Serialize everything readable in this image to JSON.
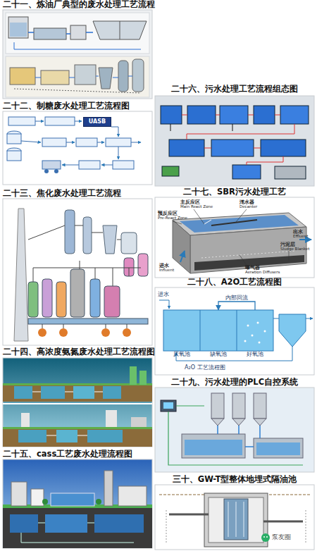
{
  "diagram": {
    "nodes": [
      {
        "text": [
          "二十一、炼油厂典型的废水处理工艺流程"
        ]
      },
      {
        "text": [
          "二十二、制糖废水处理工艺流程图"
        ]
      },
      {
        "text": [
          "UASB"
        ],
        "in": 1
      },
      {
        "text": [
          "二十三、焦化废水处理工艺流程"
        ]
      },
      {
        "text": [
          "二十四、高浓度氨氮废水处理工艺流程图"
        ]
      },
      {
        "text": [
          "二十五、cass工艺废水处理流程图"
        ]
      },
      {
        "text": [
          "二十六、污水处理工艺流程组态图"
        ]
      },
      {
        "text": [
          "二十七、SBR污水处理工艺"
        ]
      },
      {
        "text": [
          "二十八、A2O工艺流程图"
        ]
      },
      {
        "text": [
          "厌氧池"
        ],
        "in": 8
      },
      {
        "text": [
          "缺氧池"
        ],
        "in": 8
      },
      {
        "text": [
          "好氧池"
        ],
        "in": 8
      },
      {
        "text": [
          "二十九、污水处理的PLC自控系统"
        ]
      },
      {
        "text": [
          "三十、GW-T型整体地埋式隔油池"
        ]
      }
    ],
    "edges": [
      {
        "from": 11,
        "to": 10,
        "arrow": "to",
        "label": "内部回流"
      }
    ],
    "labels": [
      "主反应区",
      "Main React Zone",
      "滗水器",
      "Decanter",
      "预反应区",
      "Pre-React Zone",
      "出水",
      "Effluent",
      "污泥层",
      "Sludge Blanket",
      "曝气器",
      "Aeration Diffusers",
      "进水",
      "Influent",
      "进水",
      "A₂O 工艺流程图",
      "泵友圈"
    ]
  }
}
